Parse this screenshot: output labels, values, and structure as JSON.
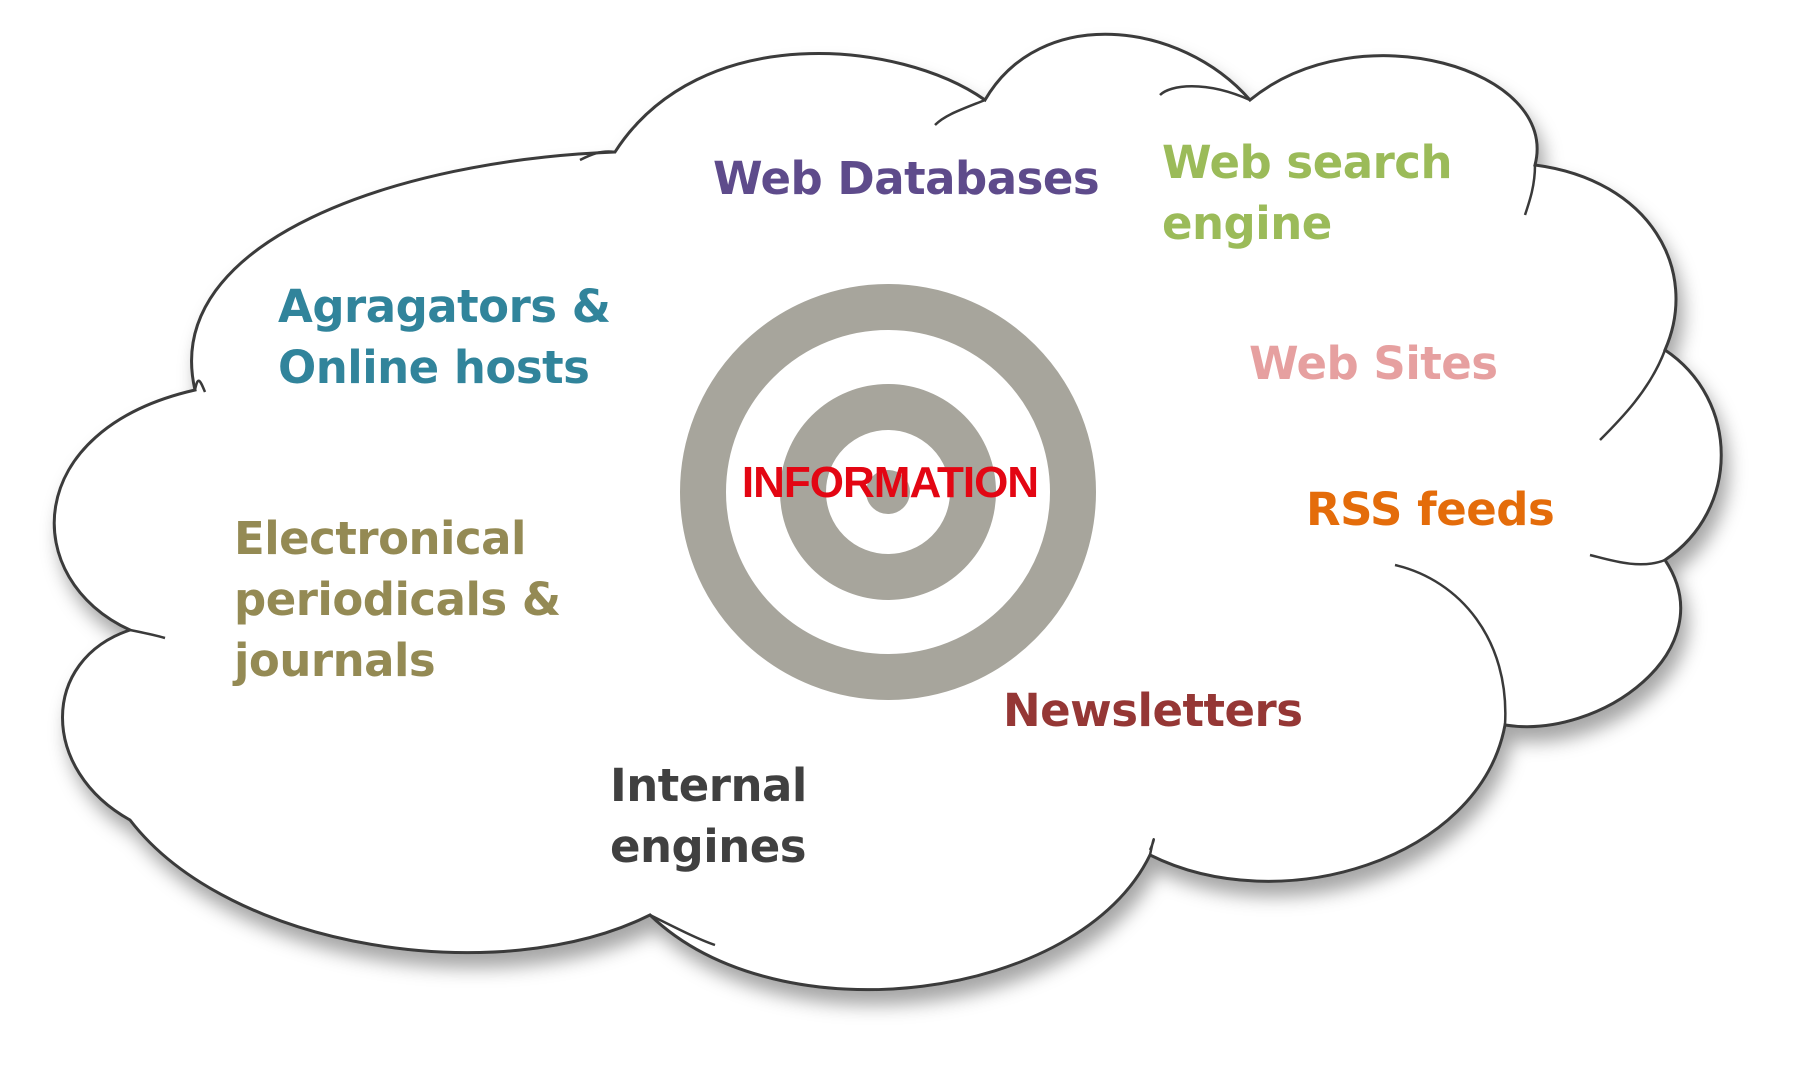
{
  "colors": {
    "cloud_fill": "#ffffff",
    "cloud_outline": "#3a3a3a",
    "target_ring": "#a7a59c",
    "center_text": "#e30613"
  },
  "center": {
    "label": "INFORMATION"
  },
  "sources": [
    {
      "id": "web-databases",
      "lines": [
        "Web Databases"
      ],
      "color": "#5e4b8b"
    },
    {
      "id": "web-search-engine",
      "lines": [
        "Web search",
        "engine"
      ],
      "color": "#9bbb59"
    },
    {
      "id": "agragators-online-hosts",
      "lines": [
        "Agragators &",
        "Online hosts"
      ],
      "color": "#31849b"
    },
    {
      "id": "web-sites",
      "lines": [
        "Web Sites"
      ],
      "color": "#e6a0a0"
    },
    {
      "id": "rss-feeds",
      "lines": [
        "RSS feeds"
      ],
      "color": "#e46c0a"
    },
    {
      "id": "electronical-periodicals",
      "lines": [
        "Electronical",
        "periodicals &",
        "journals"
      ],
      "color": "#948a54"
    },
    {
      "id": "newsletters",
      "lines": [
        "Newsletters"
      ],
      "color": "#953735"
    },
    {
      "id": "internal-engines",
      "lines": [
        "Internal",
        "engines"
      ],
      "color": "#404040"
    }
  ]
}
